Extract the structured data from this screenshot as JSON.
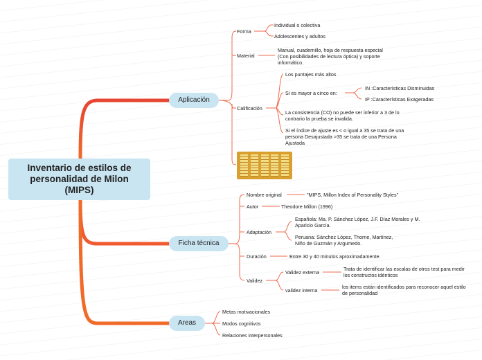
{
  "root": {
    "title": "Inventario de estilos de personalidad de Milon (MIPS)"
  },
  "branches": {
    "aplicacion": {
      "label": "Aplicación",
      "forma": {
        "label": "Forma",
        "items": [
          "Individual o colectiva",
          "Adolescentes y adultos"
        ]
      },
      "material": {
        "label": "Material",
        "text": "Manual, cuadernillo, hoja de respuesta especial (Con posibilidades de lectura óptica) y soporte informático."
      },
      "calificacion": {
        "label": "Calificación",
        "puntajes": "Los puntajes más altos",
        "mayor": "Si es mayor a cinco  en:",
        "in": "IN :Características Disminuidas",
        "ip": "IP :Características Exageradas",
        "consistencia": "La consistencia (CO) no puede ser inferior a 3 de lo contrario la prueba se invalida.",
        "ajuste": "Si el índice de ajuste es < o igual a 35 se trata de una persona Desajustada >35  se trata de una Persona Ajustada"
      }
    },
    "ficha": {
      "label": "Ficha técnica",
      "nombre": {
        "label": "Nombre original",
        "value": "\"MIPS, Millon Index of Personality Styles\""
      },
      "autor": {
        "label": "Autor",
        "value": "Theodore Millon (1996)"
      },
      "adaptacion": {
        "label": "Adaptación",
        "espana": "Española: Ma. P. Sánchez López, J.F. Díaz Morales y M. Aparicio García.",
        "peru": "Peruana: Sánchez López, Thorne, Martínez, Niño de Guzmán y Argumedo."
      },
      "duracion": {
        "label": "Duración",
        "value": "Entre 30 y 40 minutos aproximadamente."
      },
      "validez": {
        "label": "Validez",
        "externa": "Validez externa",
        "externa_text": "Trata de identificar las escalas de otros test para medir los constructos   idénticos",
        "interna": "validez interna",
        "interna_text": "los items están identificados para reconocer aquel estilo de personalidad"
      }
    },
    "areas": {
      "label": "Areas",
      "items": [
        "Metas motivacionales",
        "Modos cognitivos",
        "Relaciones interpersonales"
      ]
    }
  },
  "colors": {
    "trunk": "#e8472c",
    "branch": "#ef6a4c",
    "twig": "#f0a596",
    "node_bg": "#c9e5f2"
  }
}
